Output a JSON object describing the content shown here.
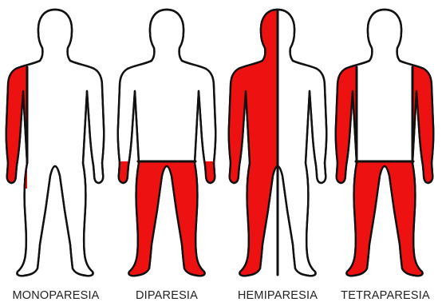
{
  "colors": {
    "affected": "#ee1111",
    "outline": "#111111",
    "background": "#ffffff"
  },
  "figures": [
    {
      "label": "MONOPARESIA",
      "regions": [
        "arm-right"
      ]
    },
    {
      "label": "DIPARESIA",
      "regions": [
        "legs"
      ]
    },
    {
      "label": "HEMIPARESIA",
      "regions": [
        "half-right"
      ]
    },
    {
      "label": "TETRAPARESIA",
      "regions": [
        "arm-left",
        "arm-right",
        "legs"
      ]
    }
  ]
}
